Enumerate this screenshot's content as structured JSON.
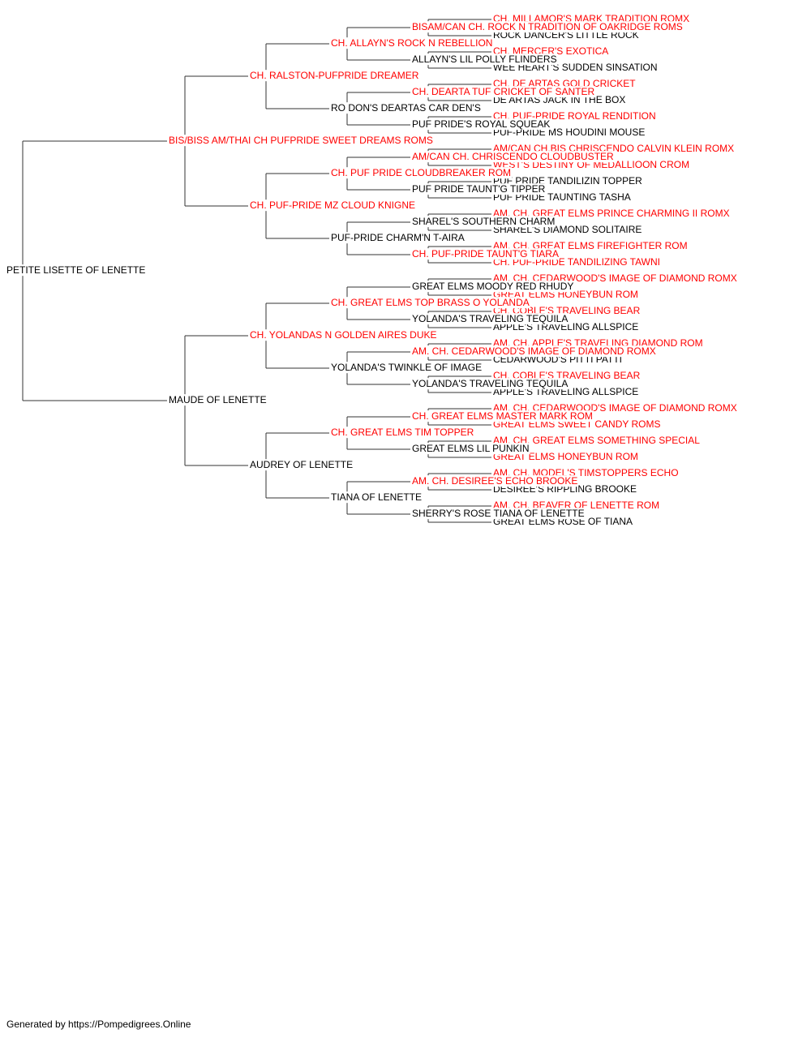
{
  "colors": {
    "champion": "#ff0000",
    "regular": "#000000",
    "connector": "#333333"
  },
  "pedigree": {
    "name": "PETITE LISETTE OF LENETTE",
    "champion": false,
    "sire": {
      "name": "BIS/BISS AM/THAI CH PUFPRIDE SWEET DREAMS ROMS",
      "champion": true,
      "sire": {
        "name": "CH. RALSTON-PUFPRIDE DREAMER",
        "champion": true,
        "sire": {
          "name": "CH. ALLAYN'S ROCK N REBELLION",
          "champion": true,
          "sire": {
            "name": "BISAM/CAN CH. ROCK N TRADITION OF OAKRIDGE ROMS",
            "champion": true,
            "sire": {
              "name": "CH. MILLAMOR'S MARK TRADITION ROMX",
              "champion": true
            },
            "dam": {
              "name": "ROCK DANCER'S LITTLE ROCK",
              "champion": false
            }
          },
          "dam": {
            "name": "ALLAYN'S LIL POLLY FLINDERS",
            "champion": false,
            "sire": {
              "name": "CH. MERCER'S EXOTICA",
              "champion": true
            },
            "dam": {
              "name": "WEE HEART'S SUDDEN SINSATION",
              "champion": false
            }
          }
        },
        "dam": {
          "name": "RO DON'S DEARTAS CAR DEN'S",
          "champion": false,
          "sire": {
            "name": "CH. DEARTA TUF CRICKET OF SANTER",
            "champion": true,
            "sire": {
              "name": "CH. DE ARTAS GOLD CRICKET",
              "champion": true
            },
            "dam": {
              "name": "DE ARTAS JACK IN THE BOX",
              "champion": false
            }
          },
          "dam": {
            "name": "PUF PRIDE'S ROYAL SQUEAK",
            "champion": false,
            "sire": {
              "name": "CH. PUF-PRIDE ROYAL RENDITION",
              "champion": true
            },
            "dam": {
              "name": "PUF-PRIDE MS HOUDINI MOUSE",
              "champion": false
            }
          }
        }
      },
      "dam": {
        "name": "CH. PUF-PRIDE MZ CLOUD KNIGNE",
        "champion": true,
        "sire": {
          "name": "CH. PUF PRIDE CLOUDBREAKER ROM",
          "champion": true,
          "sire": {
            "name": "AM/CAN CH. CHRISCENDO CLOUDBUSTER",
            "champion": true,
            "sire": {
              "name": "AM/CAN CH.BIS CHRISCENDO CALVIN KLEIN ROMX",
              "champion": true
            },
            "dam": {
              "name": "WEST'S DESTINY OF MEDALLIOON CROM",
              "champion": true
            }
          },
          "dam": {
            "name": "PUF PRIDE TAUNT'G TIPPER",
            "champion": false,
            "sire": {
              "name": "PUF PRIDE TANDILIZIN TOPPER",
              "champion": false
            },
            "dam": {
              "name": "PUF PRIDE TAUNTING TASHA",
              "champion": false
            }
          }
        },
        "dam": {
          "name": "PUF-PRIDE CHARM'N T-AIRA",
          "champion": false,
          "sire": {
            "name": "SHAREL'S SOUTHERN CHARM",
            "champion": false,
            "sire": {
              "name": "AM. CH. GREAT ELMS PRINCE CHARMING II ROMX",
              "champion": true
            },
            "dam": {
              "name": "SHAREL'S DIAMOND SOLITAIRE",
              "champion": false
            }
          },
          "dam": {
            "name": "CH. PUF-PRIDE TAUNT'G TIARA",
            "champion": true,
            "sire": {
              "name": "AM. CH. GREAT ELMS FIREFIGHTER ROM",
              "champion": true
            },
            "dam": {
              "name": "CH. PUF-PRIDE TANDILIZING TAWNI",
              "champion": true
            }
          }
        }
      }
    },
    "dam": {
      "name": "MAUDE OF LENETTE",
      "champion": false,
      "sire": {
        "name": "CH. YOLANDAS N GOLDEN AIRES DUKE",
        "champion": true,
        "sire": {
          "name": "CH. GREAT ELMS TOP BRASS O YOLANDA",
          "champion": true,
          "sire": {
            "name": "GREAT ELMS MOODY RED RHUDY",
            "champion": false,
            "sire": {
              "name": "AM. CH. CEDARWOOD'S IMAGE OF DIAMOND ROMX",
              "champion": true
            },
            "dam": {
              "name": "GREAT ELMS HONEYBUN ROM",
              "champion": true
            }
          },
          "dam": {
            "name": "YOLANDA'S TRAVELING TEQUILA",
            "champion": false,
            "sire": {
              "name": "CH. COBLE'S TRAVELING BEAR",
              "champion": true
            },
            "dam": {
              "name": "APPLE'S TRAVELING ALLSPICE",
              "champion": false
            }
          }
        },
        "dam": {
          "name": "YOLANDA'S TWINKLE OF IMAGE",
          "champion": false,
          "sire": {
            "name": "AM. CH. CEDARWOOD'S IMAGE OF DIAMOND ROMX",
            "champion": true,
            "sire": {
              "name": "AM. CH. APPLE'S TRAVELING DIAMOND ROM",
              "champion": true
            },
            "dam": {
              "name": "CEDARWOOD'S PITTI PATTI",
              "champion": false
            }
          },
          "dam": {
            "name": "YOLANDA'S TRAVELING TEQUILA",
            "champion": false,
            "sire": {
              "name": "CH. COBLE'S TRAVELING BEAR",
              "champion": true
            },
            "dam": {
              "name": "APPLE'S TRAVELING ALLSPICE",
              "champion": false
            }
          }
        }
      },
      "dam": {
        "name": "AUDREY OF LENETTE",
        "champion": false,
        "sire": {
          "name": "CH. GREAT ELMS TIM TOPPER",
          "champion": true,
          "sire": {
            "name": "CH. GREAT ELMS MASTER MARK ROM",
            "champion": true,
            "sire": {
              "name": "AM. CH. CEDARWOOD'S IMAGE OF DIAMOND ROMX",
              "champion": true
            },
            "dam": {
              "name": "GREAT ELMS SWEET CANDY ROMS",
              "champion": true
            }
          },
          "dam": {
            "name": "GREAT ELMS LIL PUNKIN",
            "champion": false,
            "sire": {
              "name": "AM. CH. GREAT ELMS SOMETHING SPECIAL",
              "champion": true
            },
            "dam": {
              "name": "GREAT ELMS HONEYBUN ROM",
              "champion": true
            }
          }
        },
        "dam": {
          "name": "TIANA OF LENETTE",
          "champion": false,
          "sire": {
            "name": "AM. CH. DESIREE'S ECHO BROOKE",
            "champion": true,
            "sire": {
              "name": "AM. CH. MODEL'S TIMSTOPPERS ECHO",
              "champion": true
            },
            "dam": {
              "name": "DESIREE'S RIPPLING BROOKE",
              "champion": false
            }
          },
          "dam": {
            "name": "SHERRY'S ROSE TIANA OF LENETTE",
            "champion": false,
            "sire": {
              "name": "AM. CH. BEAVER OF LENETTE ROM",
              "champion": true
            },
            "dam": {
              "name": "GREAT ELMS ROSE OF TIANA",
              "champion": false
            }
          }
        }
      }
    }
  },
  "footer": {
    "text": "Generated by https://Pompedigrees.Online"
  }
}
